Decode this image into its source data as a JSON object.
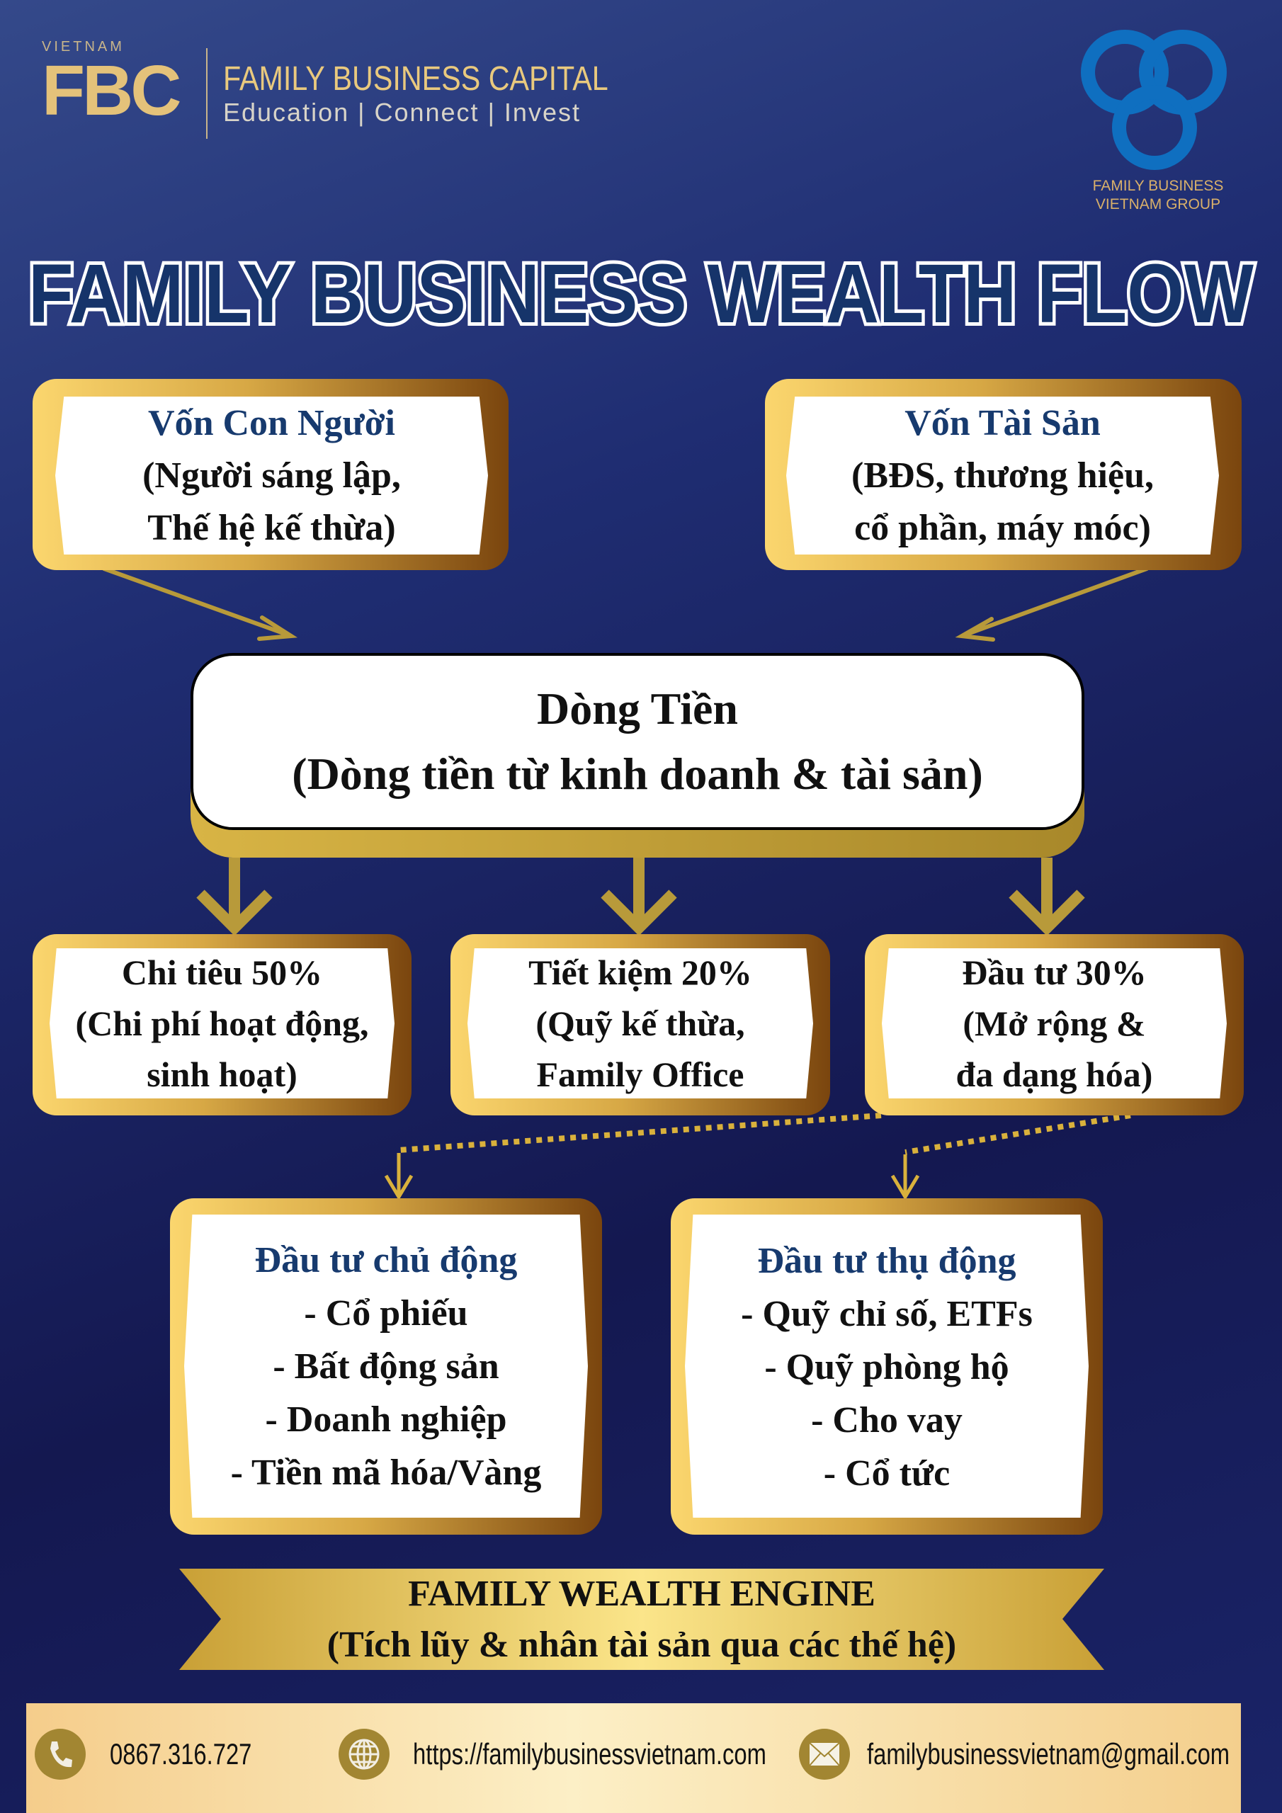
{
  "logo_left": {
    "country": "VIETNAM",
    "mark": "FBC",
    "name": "FAMILY BUSINESS CAPITAL",
    "tagline": "Education | Connect | Invest"
  },
  "logo_right": {
    "line1": "FAMILY BUSINESS",
    "line2": "VIETNAM GROUP"
  },
  "title": "FAMILY BUSINESS WEALTH FLOW",
  "sources": [
    {
      "heading": "Vốn Con Người",
      "lines": [
        "(Người sáng lập,",
        "Thế hệ kế thừa)"
      ]
    },
    {
      "heading": "Vốn Tài Sản",
      "lines": [
        "(BĐS, thương hiệu,",
        "cổ phần, máy móc)"
      ]
    }
  ],
  "cashflow": {
    "heading": "Dòng Tiền",
    "sub": "(Dòng tiền từ kinh doanh & tài sản)"
  },
  "allocations": [
    {
      "lines": [
        "Chi tiêu 50%",
        "(Chi phí hoạt động,",
        "sinh hoạt)"
      ]
    },
    {
      "lines": [
        "Tiết kiệm 20%",
        "(Quỹ kế thừa,",
        "Family Office"
      ]
    },
    {
      "lines": [
        "Đầu tư 30%",
        "(Mở rộng &",
        "đa dạng hóa)"
      ]
    }
  ],
  "investments": [
    {
      "heading": "Đầu tư chủ động",
      "items": [
        "- Cổ phiếu",
        "- Bất động sản",
        "- Doanh nghiệp",
        "- Tiền mã hóa/Vàng"
      ]
    },
    {
      "heading": "Đầu tư thụ động",
      "items": [
        "- Quỹ chỉ số, ETFs",
        "- Quỹ phòng hộ",
        "- Cho vay",
        "- Cổ tức"
      ]
    }
  ],
  "banner": {
    "line1": "FAMILY WEALTH ENGINE",
    "line2": "(Tích lũy & nhân tài sản qua các thế hệ)"
  },
  "footer": {
    "phone": "0867.316.727",
    "website": "https://familybusinessvietnam.com",
    "email": "familybusinessvietnam@gmail.com",
    "icons": [
      "phone-icon",
      "globe-icon",
      "mail-icon"
    ]
  },
  "colors": {
    "gold": "#d7a845",
    "navy": "#173a6e",
    "blue_logo": "#0f6fc0"
  }
}
